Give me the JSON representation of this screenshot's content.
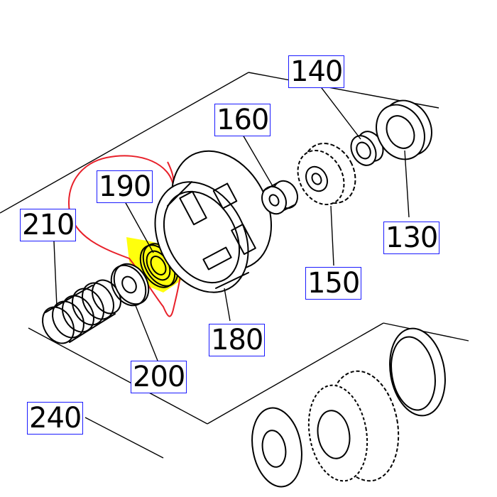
{
  "labels": {
    "p140": "140",
    "p160": "160",
    "p190": "190",
    "p210": "210",
    "p130": "130",
    "p150": "150",
    "p180": "180",
    "p200": "200",
    "p240": "240"
  },
  "colors": {
    "label_border": "#1a1aff",
    "highlight": "#ffff00",
    "annotation": "#e8202a",
    "line": "#000000"
  }
}
